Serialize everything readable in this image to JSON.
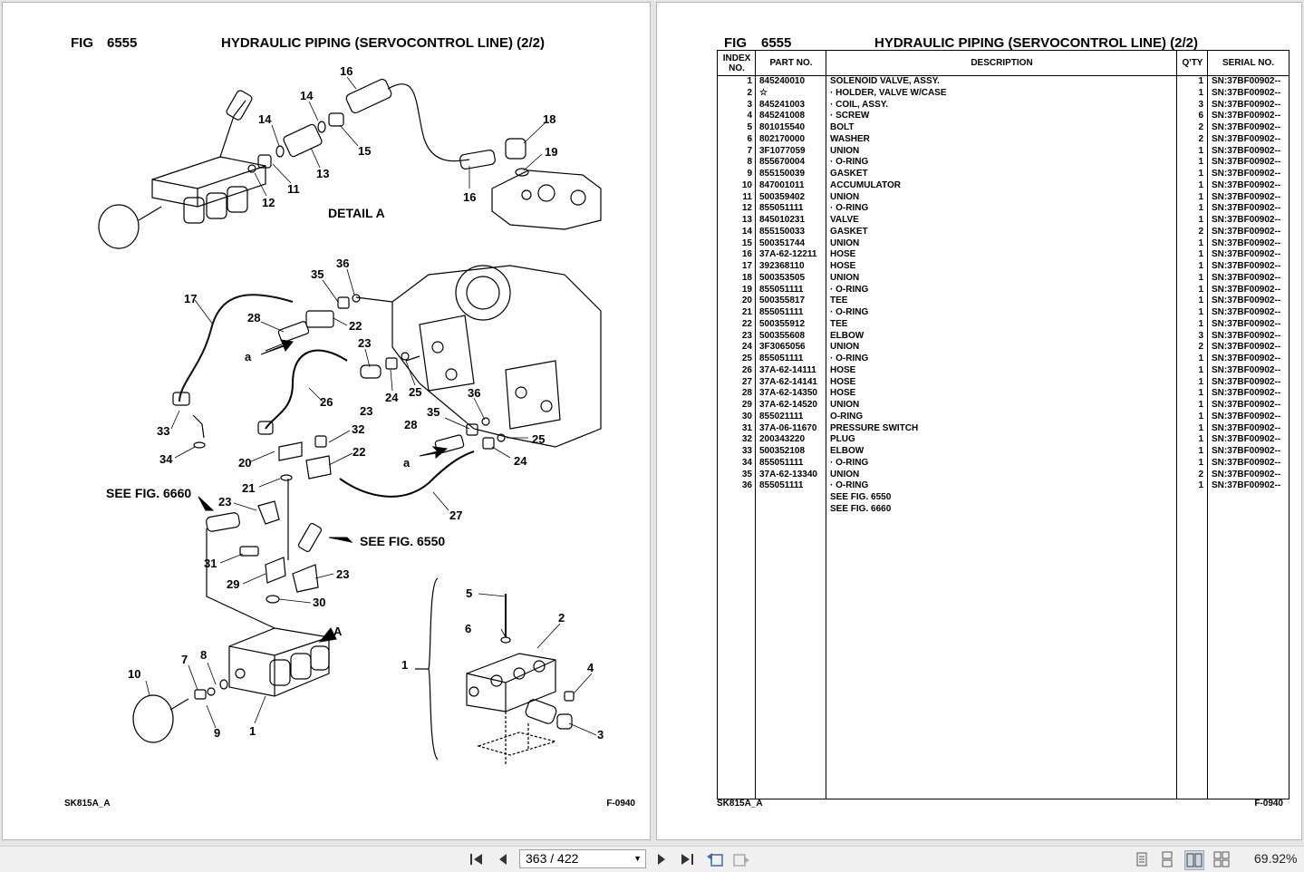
{
  "left_page": {
    "fig_label": "FIG",
    "fig_number": "6555",
    "title": "HYDRAULIC PIPING (SERVOCONTROL LINE) (2/2)",
    "detail_label": "DETAIL A",
    "callouts": {
      "see_6660": "SEE FIG. 6660",
      "see_6550": "SEE FIG. 6550",
      "arrow_a": "A",
      "small_a": "a"
    },
    "footer_left": "SK815A_A",
    "footer_right": "F-0940"
  },
  "right_page": {
    "fig_label": "FIG",
    "fig_number": "6555",
    "title": "HYDRAULIC PIPING (SERVOCONTROL LINE) (2/2)",
    "headers": {
      "index": "INDEX NO.",
      "part": "PART NO.",
      "description": "DESCRIPTION",
      "qty": "Q'TY",
      "serial": "SERIAL NO."
    },
    "rows": [
      {
        "idx": "1",
        "part": "845240010",
        "desc": "SOLENOID VALVE, ASSY.",
        "qty": "1",
        "serial": "SN:37BF00902--"
      },
      {
        "idx": "2",
        "part": "☆",
        "desc": "· HOLDER, VALVE W/CASE",
        "qty": "1",
        "serial": "SN:37BF00902--"
      },
      {
        "idx": "3",
        "part": "845241003",
        "desc": "· COIL, ASSY.",
        "qty": "3",
        "serial": "SN:37BF00902--"
      },
      {
        "idx": "4",
        "part": "845241008",
        "desc": "· SCREW",
        "qty": "6",
        "serial": "SN:37BF00902--"
      },
      {
        "idx": "5",
        "part": "801015540",
        "desc": "BOLT",
        "qty": "2",
        "serial": "SN:37BF00902--"
      },
      {
        "idx": "6",
        "part": "802170000",
        "desc": "WASHER",
        "qty": "2",
        "serial": "SN:37BF00902--"
      },
      {
        "idx": "7",
        "part": "3F1077059",
        "desc": "UNION",
        "qty": "1",
        "serial": "SN:37BF00902--"
      },
      {
        "idx": "8",
        "part": "855670004",
        "desc": "· O-RING",
        "qty": "1",
        "serial": "SN:37BF00902--"
      },
      {
        "idx": "9",
        "part": "855150039",
        "desc": "GASKET",
        "qty": "1",
        "serial": "SN:37BF00902--"
      },
      {
        "idx": "10",
        "part": "847001011",
        "desc": "ACCUMULATOR",
        "qty": "1",
        "serial": "SN:37BF00902--"
      },
      {
        "idx": "11",
        "part": "500359402",
        "desc": "UNION",
        "qty": "1",
        "serial": "SN:37BF00902--"
      },
      {
        "idx": "12",
        "part": "855051111",
        "desc": "· O-RING",
        "qty": "1",
        "serial": "SN:37BF00902--"
      },
      {
        "idx": "13",
        "part": "845010231",
        "desc": "VALVE",
        "qty": "1",
        "serial": "SN:37BF00902--"
      },
      {
        "idx": "14",
        "part": "855150033",
        "desc": "GASKET",
        "qty": "2",
        "serial": "SN:37BF00902--"
      },
      {
        "idx": "15",
        "part": "500351744",
        "desc": "UNION",
        "qty": "1",
        "serial": "SN:37BF00902--"
      },
      {
        "idx": "16",
        "part": "37A-62-12211",
        "desc": "HOSE",
        "qty": "1",
        "serial": "SN:37BF00902--"
      },
      {
        "idx": "17",
        "part": "392368110",
        "desc": "HOSE",
        "qty": "1",
        "serial": "SN:37BF00902--"
      },
      {
        "idx": "18",
        "part": "500353505",
        "desc": "UNION",
        "qty": "1",
        "serial": "SN:37BF00902--"
      },
      {
        "idx": "19",
        "part": "855051111",
        "desc": "· O-RING",
        "qty": "1",
        "serial": "SN:37BF00902--"
      },
      {
        "idx": "20",
        "part": "500355817",
        "desc": "TEE",
        "qty": "1",
        "serial": "SN:37BF00902--"
      },
      {
        "idx": "21",
        "part": "855051111",
        "desc": "· O-RING",
        "qty": "1",
        "serial": "SN:37BF00902--"
      },
      {
        "idx": "22",
        "part": "500355912",
        "desc": "TEE",
        "qty": "1",
        "serial": "SN:37BF00902--"
      },
      {
        "idx": "23",
        "part": "500355608",
        "desc": "ELBOW",
        "qty": "3",
        "serial": "SN:37BF00902--"
      },
      {
        "idx": "24",
        "part": "3F3065056",
        "desc": "UNION",
        "qty": "2",
        "serial": "SN:37BF00902--"
      },
      {
        "idx": "25",
        "part": "855051111",
        "desc": "· O-RING",
        "qty": "1",
        "serial": "SN:37BF00902--"
      },
      {
        "idx": "26",
        "part": "37A-62-14111",
        "desc": "HOSE",
        "qty": "1",
        "serial": "SN:37BF00902--"
      },
      {
        "idx": "27",
        "part": "37A-62-14141",
        "desc": "HOSE",
        "qty": "1",
        "serial": "SN:37BF00902--"
      },
      {
        "idx": "28",
        "part": "37A-62-14350",
        "desc": "HOSE",
        "qty": "1",
        "serial": "SN:37BF00902--"
      },
      {
        "idx": "29",
        "part": "37A-62-14520",
        "desc": "UNION",
        "qty": "1",
        "serial": "SN:37BF00902--"
      },
      {
        "idx": "30",
        "part": "855021111",
        "desc": "O-RING",
        "qty": "1",
        "serial": "SN:37BF00902--"
      },
      {
        "idx": "31",
        "part": "37A-06-11670",
        "desc": "PRESSURE SWITCH",
        "qty": "1",
        "serial": "SN:37BF00902--"
      },
      {
        "idx": "32",
        "part": "200343220",
        "desc": "PLUG",
        "qty": "1",
        "serial": "SN:37BF00902--"
      },
      {
        "idx": "33",
        "part": "500352108",
        "desc": "ELBOW",
        "qty": "1",
        "serial": "SN:37BF00902--"
      },
      {
        "idx": "34",
        "part": "855051111",
        "desc": "· O-RING",
        "qty": "1",
        "serial": "SN:37BF00902--"
      },
      {
        "idx": "35",
        "part": "37A-62-13340",
        "desc": "UNION",
        "qty": "2",
        "serial": "SN:37BF00902--"
      },
      {
        "idx": "36",
        "part": "855051111",
        "desc": "· O-RING",
        "qty": "1",
        "serial": "SN:37BF00902--"
      },
      {
        "idx": "",
        "part": "",
        "desc": "SEE FIG. 6550",
        "qty": "",
        "serial": ""
      },
      {
        "idx": "",
        "part": "",
        "desc": "SEE FIG. 6660",
        "qty": "",
        "serial": ""
      }
    ],
    "footer_left": "SK815A_A",
    "footer_right": "F-0940"
  },
  "toolbar": {
    "page_current": "363",
    "page_total": "422",
    "page_display": "363 / 422",
    "zoom": "69.92%",
    "icons": [
      "first-page-icon",
      "prev-page-icon",
      "next-page-icon",
      "last-page-icon",
      "go-back-icon",
      "go-forward-icon",
      "single-page-view-icon",
      "continuous-view-icon",
      "two-page-view-icon",
      "two-page-continuous-icon"
    ]
  }
}
